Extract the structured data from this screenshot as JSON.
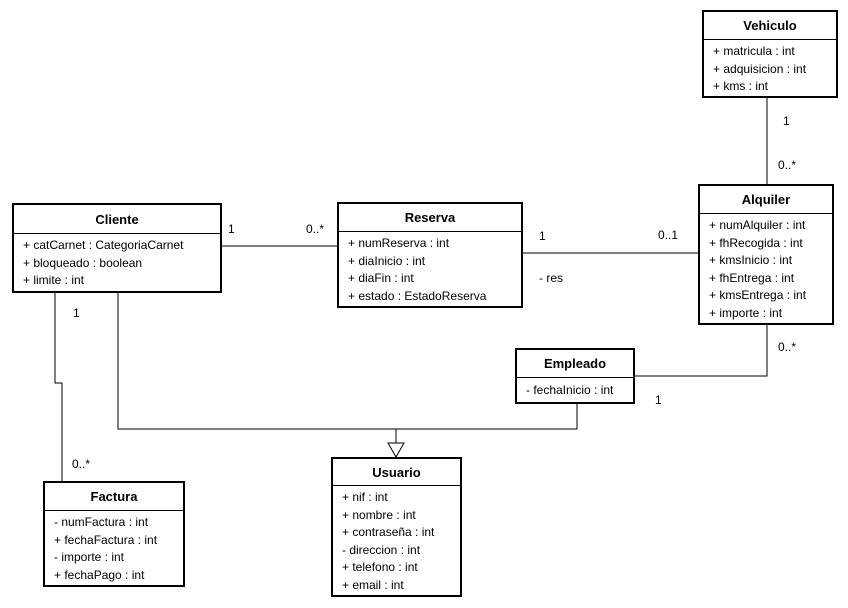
{
  "classes": {
    "vehiculo": {
      "name": "Vehiculo",
      "attrs": [
        "+ matricula : int",
        "+ adquisicion : int",
        "+ kms : int"
      ]
    },
    "alquiler": {
      "name": "Alquiler",
      "attrs": [
        "+ numAlquiler : int",
        "+ fhRecogida : int",
        "+ kmsInicio : int",
        "+ fhEntrega : int",
        "+ kmsEntrega : int",
        "+ importe : int"
      ]
    },
    "cliente": {
      "name": "Cliente",
      "attrs": [
        "+ catCarnet : CategoriaCarnet",
        "+ bloqueado : boolean",
        "+ limite : int"
      ]
    },
    "reserva": {
      "name": "Reserva",
      "attrs": [
        "+ numReserva : int",
        "+ diaInicio : int",
        "+ diaFin : int",
        "+ estado : EstadoReserva"
      ]
    },
    "empleado": {
      "name": "Empleado",
      "attrs": [
        "- fechaInicio : int"
      ]
    },
    "usuario": {
      "name": "Usuario",
      "attrs": [
        "+ nif : int",
        "+ nombre : int",
        "+ contraseña : int",
        "- direccion : int",
        "+ telefono : int",
        "+ email : int"
      ]
    },
    "factura": {
      "name": "Factura",
      "attrs": [
        "- numFactura : int",
        "+ fechaFactura : int",
        "- importe : int",
        "+ fechaPago : int"
      ]
    }
  },
  "labels": {
    "veh_alq_top": "1",
    "veh_alq_bottom": "0..*",
    "cli_res_left": "1",
    "cli_res_right": "0..*",
    "res_alq_left": "1",
    "res_alq_right": "0..1",
    "res_alq_role": "- res",
    "emp_alq_many": "0..*",
    "emp_alq_one": "1",
    "cli_fac_one": "1",
    "cli_fac_many": "0..*"
  }
}
